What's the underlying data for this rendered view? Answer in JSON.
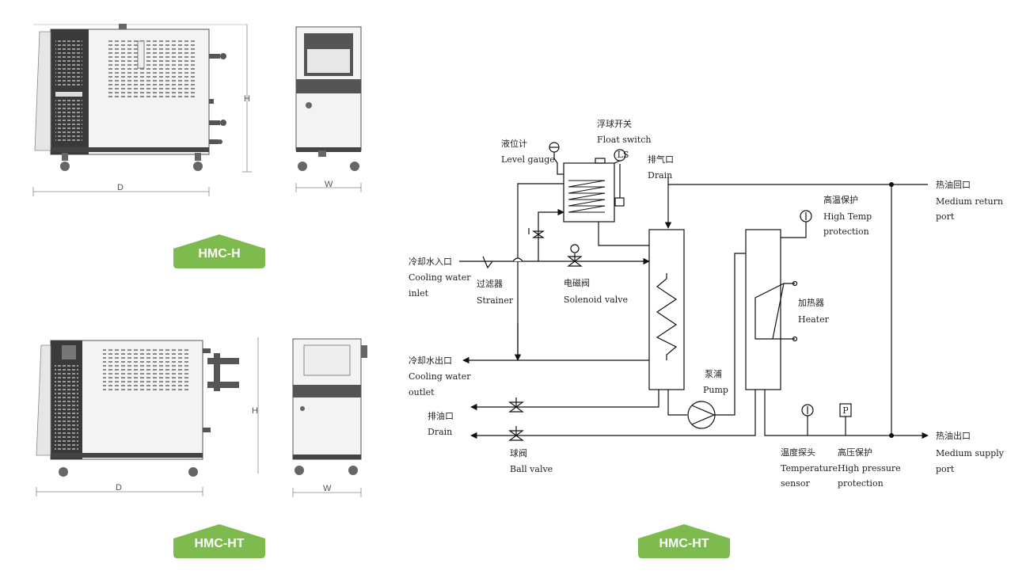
{
  "models": {
    "top": {
      "badge": "HMC-H",
      "depth": "D",
      "width": "W",
      "height": "H"
    },
    "bottom": {
      "badge": "HMC-HT",
      "depth": "D",
      "width": "W",
      "height": "H"
    }
  },
  "schematic": {
    "badge": "HMC-HT",
    "labels": {
      "float_switch_cn": "浮球开关",
      "float_switch_en": "Float switch",
      "level_gauge_cn": "液位计",
      "level_gauge_en": "Level gauge",
      "drain_vent_cn": "排气口",
      "drain_vent_en": "Drain",
      "return_cn": "热油回口",
      "return_en1": "Medium return",
      "return_en2": "port",
      "hightemp_cn": "高温保护",
      "hightemp_en1": "High Temp",
      "hightemp_en2": "protection",
      "cooling_in_cn": "冷却水入口",
      "cooling_in_en1": "Cooling water",
      "cooling_in_en2": "inlet",
      "strainer_cn": "过滤器",
      "strainer_en": "Strainer",
      "solenoid_cn": "电磁阀",
      "solenoid_en": "Solenoid valve",
      "heater_cn": "加热器",
      "heater_en": "Heater",
      "cooling_out_cn": "冷却水出口",
      "cooling_out_en1": "Cooling water",
      "cooling_out_en2": "outlet",
      "pump_cn": "泵浦",
      "pump_en": "Pump",
      "drain_cn": "排油口",
      "drain_en": "Drain",
      "ballvalve_cn": "球阀",
      "ballvalve_en": "Ball valve",
      "tempsensor_cn": "温度探头",
      "tempsensor_en1": "Temperature",
      "tempsensor_en2": "sensor",
      "highpress_cn": "高压保护",
      "highpress_en1": "High pressure",
      "highpress_en2": "protection",
      "supply_cn": "热油出口",
      "supply_en1": "Medium supply",
      "supply_en2": "port",
      "ls_symbol": "LS",
      "p_symbol": "P"
    }
  },
  "colors": {
    "badge": "#7dbb4f",
    "line": "#111111",
    "machine_dark": "#3a3a3a",
    "machine_body": "#f3f3f3"
  }
}
